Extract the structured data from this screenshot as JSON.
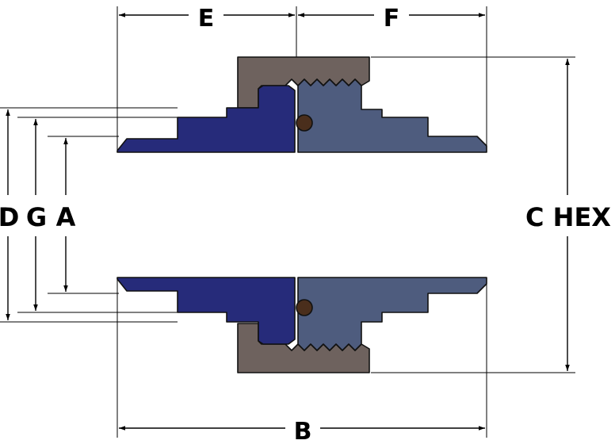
{
  "labels": {
    "e": "E",
    "f": "F",
    "b": "B",
    "d": "D",
    "g": "G",
    "a": "A",
    "c_hex": "C HEX"
  },
  "colors": {
    "nut": "#6e625e",
    "body_blue": "#262b7a",
    "body_slate": "#4e5c7e",
    "o_ring": "#4a2e1c",
    "line": "#000000"
  }
}
